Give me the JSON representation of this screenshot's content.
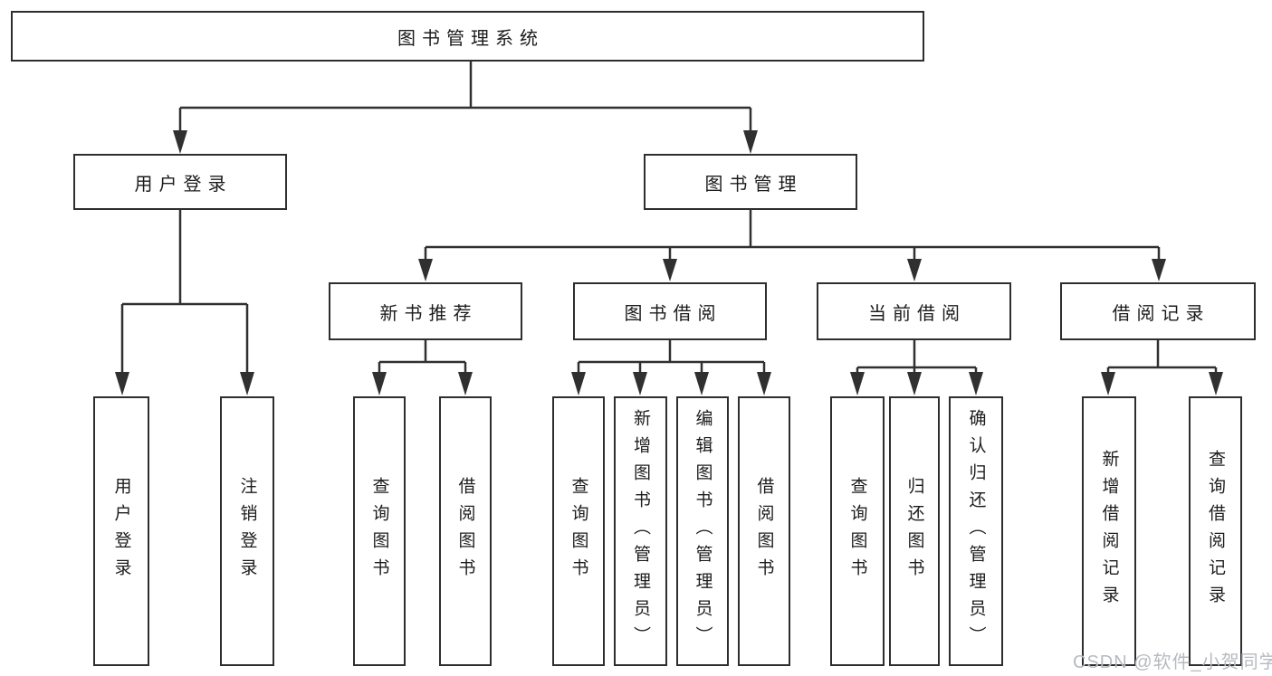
{
  "diagram_title": "图书管理系统",
  "nodes": {
    "root": {
      "label": "图书管理系统"
    },
    "user_login": {
      "label": "用户登录"
    },
    "book_mgmt": {
      "label": "图书管理"
    },
    "new_book_rec": {
      "label": "新书推荐"
    },
    "book_borrow": {
      "label": "图书借阅"
    },
    "current_borrow": {
      "label": "当前借阅"
    },
    "borrow_records": {
      "label": "借阅记录"
    }
  },
  "leaves": {
    "user_login_leaf": {
      "label": "用户登录",
      "parent": "用户登录"
    },
    "logout_leaf": {
      "label": "注销登录",
      "parent": "用户登录"
    },
    "rec_query_books": {
      "label": "查询图书",
      "parent": "新书推荐"
    },
    "rec_borrow_books": {
      "label": "借阅图书",
      "parent": "新书推荐"
    },
    "bb_query_books": {
      "label": "查询图书",
      "parent": "图书借阅"
    },
    "bb_add_books": {
      "label": "新增图书（管理员）",
      "parent": "图书借阅"
    },
    "bb_edit_books": {
      "label": "编辑图书（管理员）",
      "parent": "图书借阅"
    },
    "bb_borrow_books": {
      "label": "借阅图书",
      "parent": "图书借阅"
    },
    "cb_query_books": {
      "label": "查询图书",
      "parent": "当前借阅"
    },
    "cb_return_books": {
      "label": "归还图书",
      "parent": "当前借阅"
    },
    "cb_confirm_return": {
      "label": "确认归还（管理员）",
      "parent": "当前借阅"
    },
    "br_add_record": {
      "label": "新增借阅记录",
      "parent": "借阅记录"
    },
    "br_query_record": {
      "label": "查询借阅记录",
      "parent": "借阅记录"
    }
  },
  "watermark": {
    "text": "CSDN @软件_小贺同学"
  },
  "colors": {
    "line": "#303030",
    "box_border": "#2e2e2e",
    "text": "#1c1c1c",
    "background": "#ffffff",
    "watermark": "#b6bac0"
  }
}
